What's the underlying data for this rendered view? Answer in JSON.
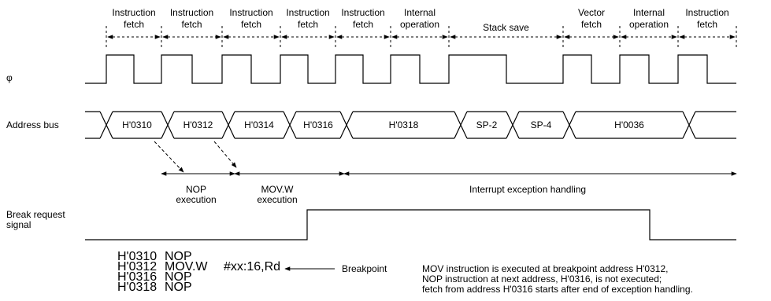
{
  "signals": {
    "phi": "φ",
    "address_bus": "Address bus",
    "break_request": [
      "Break request",
      "signal"
    ]
  },
  "phases": [
    [
      "Instruction",
      "fetch"
    ],
    [
      "Instruction",
      "fetch"
    ],
    [
      "Instruction",
      "fetch"
    ],
    [
      "Instruction",
      "fetch"
    ],
    [
      "Instruction",
      "fetch"
    ],
    [
      "Internal",
      "operation"
    ],
    [
      "Stack save"
    ],
    [
      "Vector",
      "fetch"
    ],
    [
      "Internal",
      "operation"
    ],
    [
      "Instruction",
      "fetch"
    ]
  ],
  "address_values": [
    "H'0310",
    "H'0312",
    "H'0314",
    "H'0316",
    "H'0318",
    "SP-2",
    "SP-4",
    "H'0036"
  ],
  "executions": {
    "nop": [
      "NOP",
      "execution"
    ],
    "movw": [
      "MOV.W",
      "execution"
    ],
    "interrupt": "Interrupt exception handling"
  },
  "code": [
    {
      "addr": "H'0310",
      "op": "NOP",
      "operand": ""
    },
    {
      "addr": "H'0312",
      "op": "MOV.W",
      "operand": "#xx:16,Rd"
    },
    {
      "addr": "H'0316",
      "op": "NOP",
      "operand": ""
    },
    {
      "addr": "H'0318",
      "op": "NOP",
      "operand": ""
    }
  ],
  "breakpoint_label": "Breakpoint",
  "note": [
    "MOV instruction is executed at breakpoint address H'0312,",
    "NOP instruction at next address, H'0316, is not executed;",
    "fetch from address H'0316 starts after end of exception handling."
  ]
}
